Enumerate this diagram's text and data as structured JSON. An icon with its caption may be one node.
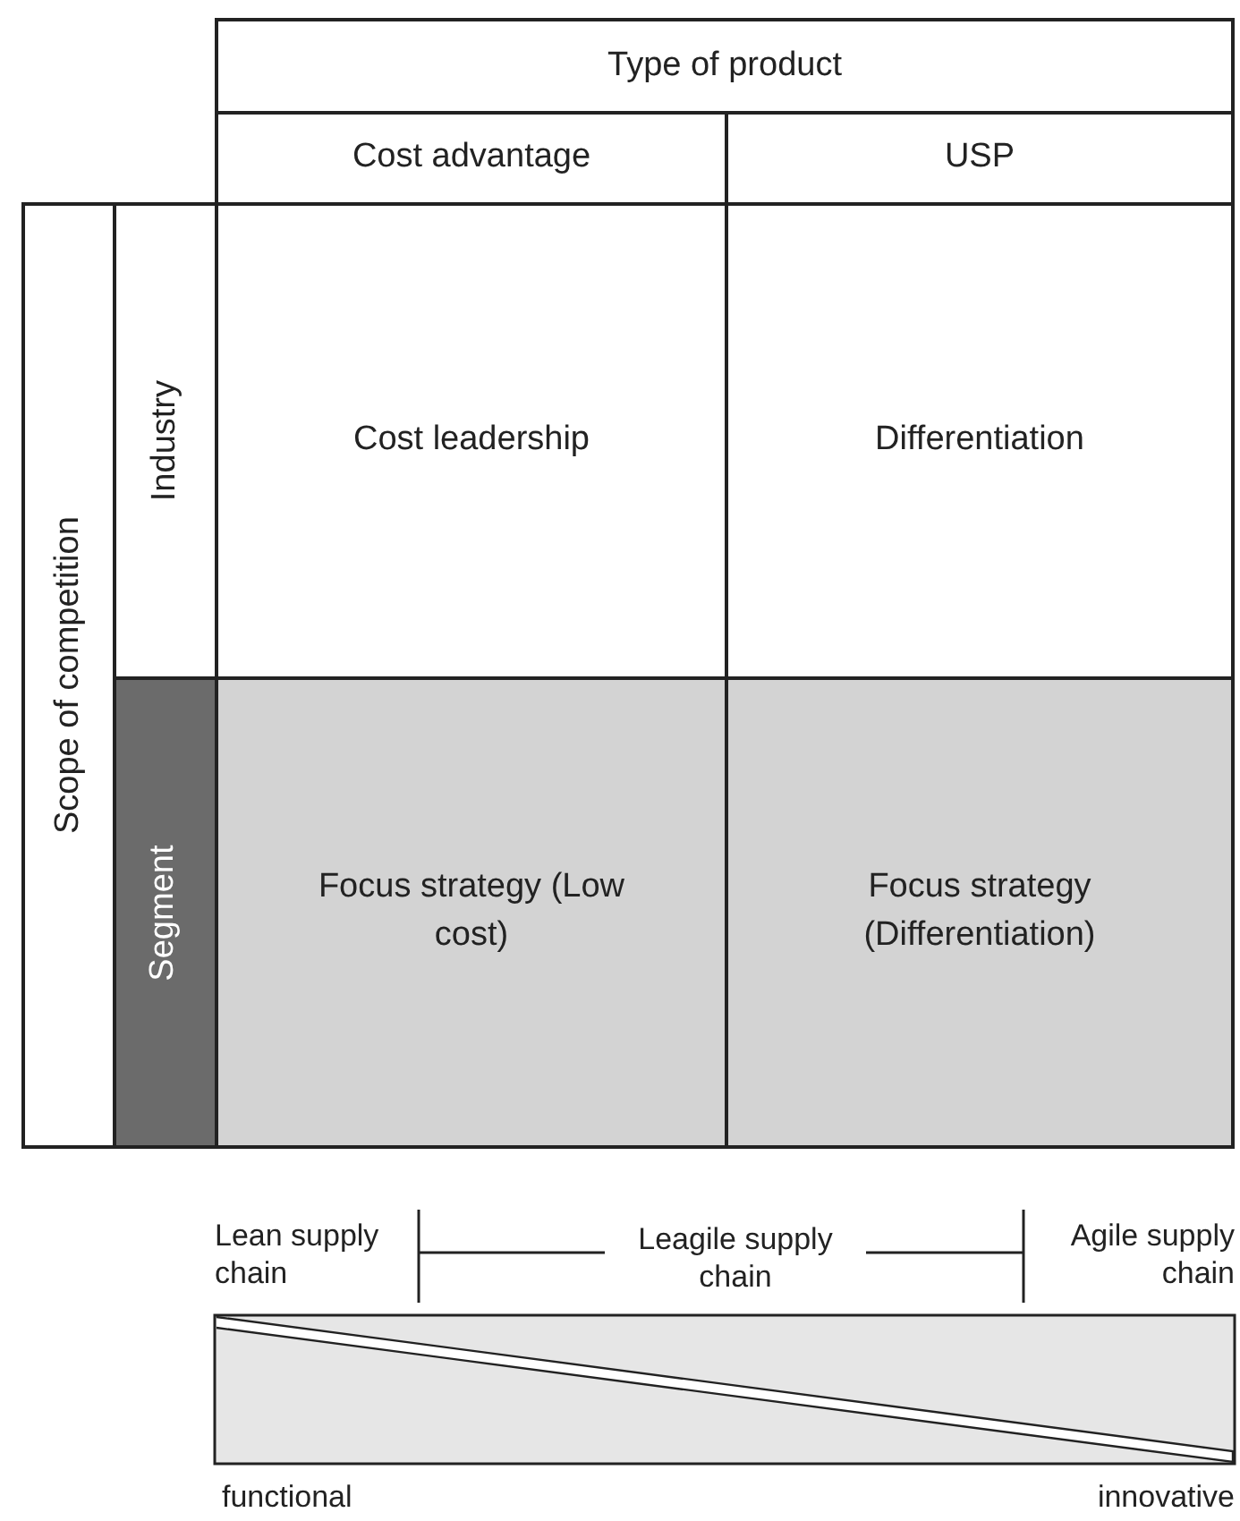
{
  "diagram": {
    "nodes": [
      {
        "text": [
          "Type of product"
        ]
      },
      {
        "text": [
          "Cost advantage"
        ]
      },
      {
        "text": [
          "USP"
        ]
      },
      {
        "text": [
          "Scope of competition"
        ]
      },
      {
        "text": [
          "Industry"
        ]
      },
      {
        "text": [
          "Segment"
        ]
      },
      {
        "text": [
          "Cost leadership"
        ]
      },
      {
        "text": [
          "Differentiation"
        ]
      },
      {
        "text": [
          "Focus strategy (Low cost)"
        ]
      },
      {
        "text": [
          "Focus strategy (Differentiation)"
        ]
      }
    ],
    "edges": [],
    "labels": [
      "Lean supply chain",
      "Leagile supply chain",
      "Agile supply chain",
      "functional",
      "innovative"
    ]
  }
}
